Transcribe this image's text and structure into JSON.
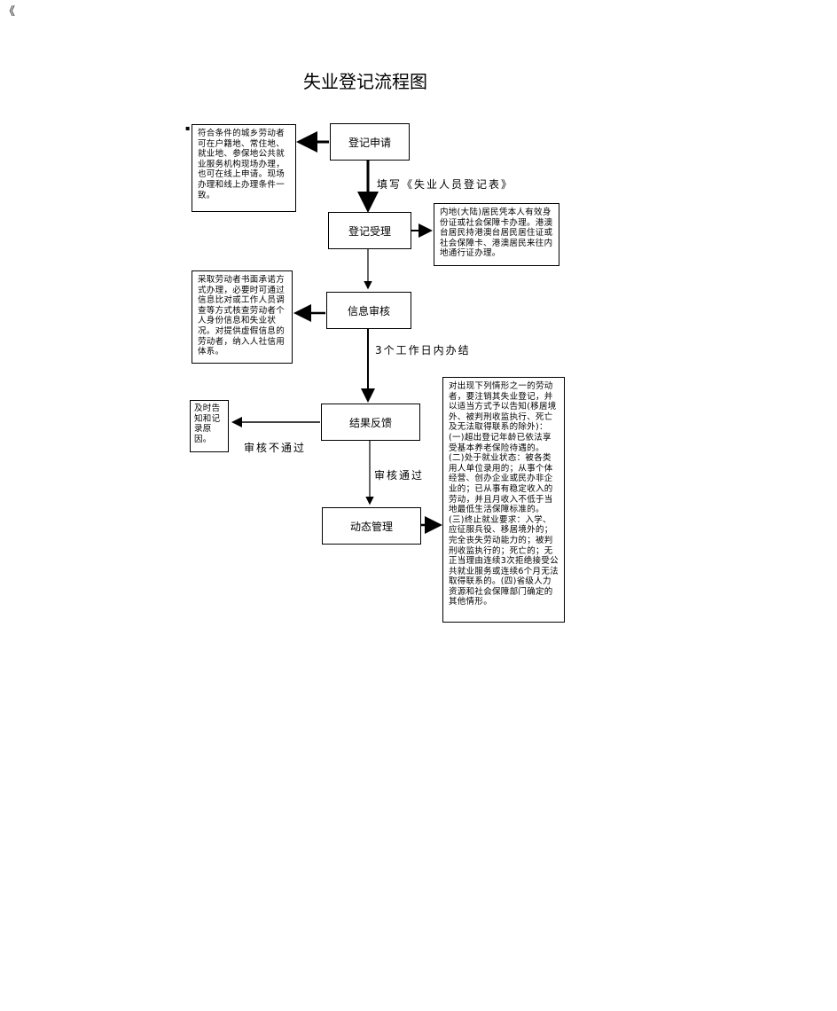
{
  "corner_mark": "《",
  "title": "失业登记流程图",
  "bullet": "▪",
  "steps": {
    "apply": "登记申请",
    "accept": "登记受理",
    "review": "信息审核",
    "feedback": "结果反馈",
    "manage": "动态管理"
  },
  "edge_labels": {
    "fill_form": "填写《失业人员登记表》",
    "three_days": "3个工作日内办结",
    "not_pass": "审核不通过",
    "pass": "审核通过"
  },
  "notes": {
    "apply": "符合条件的城乡劳动者可在户籍地、常住地、就业地、参保地公共就业服务机构现场办理，也可在线上申请。现场办理和线上办理条件一致。",
    "accept": "内地(大陆)居民凭本人有效身份证或社会保障卡办理。港澳台居民持港澳台居民居住证或社会保障卡、港澳居民来往内地通行证办理。",
    "review": "采取劳动者书面承诺方式办理，必要时可通过信息比对或工作人员调查等方式核查劳动者个人身份信息和失业状况。对提供虚假信息的劳动者，纳入人社信用体系。",
    "feedback": "及时告知和记录原因。",
    "manage": "对出现下列情形之一的劳动者，要注销其失业登记，并以适当方式予以告知(移居境外、被判刑收监执行、死亡及无法取得联系的除外)：(一)超出登记年龄已依法享受基本养老保险待遇的。(二)处于就业状态：被各类用人单位录用的；从事个体经营、创办企业或民办非企业的；已从事有稳定收入的劳动，并且月收入不低于当地最低生活保障标准的。(三)终止就业要求：入学、应征服兵役、移居境外的；完全丧失劳动能力的；被判刑收监执行的；死亡的；无正当理由连续3次拒绝接受公共就业服务或连续6个月无法取得联系的。(四)省级人力资源和社会保障部门确定的其他情形。"
  }
}
